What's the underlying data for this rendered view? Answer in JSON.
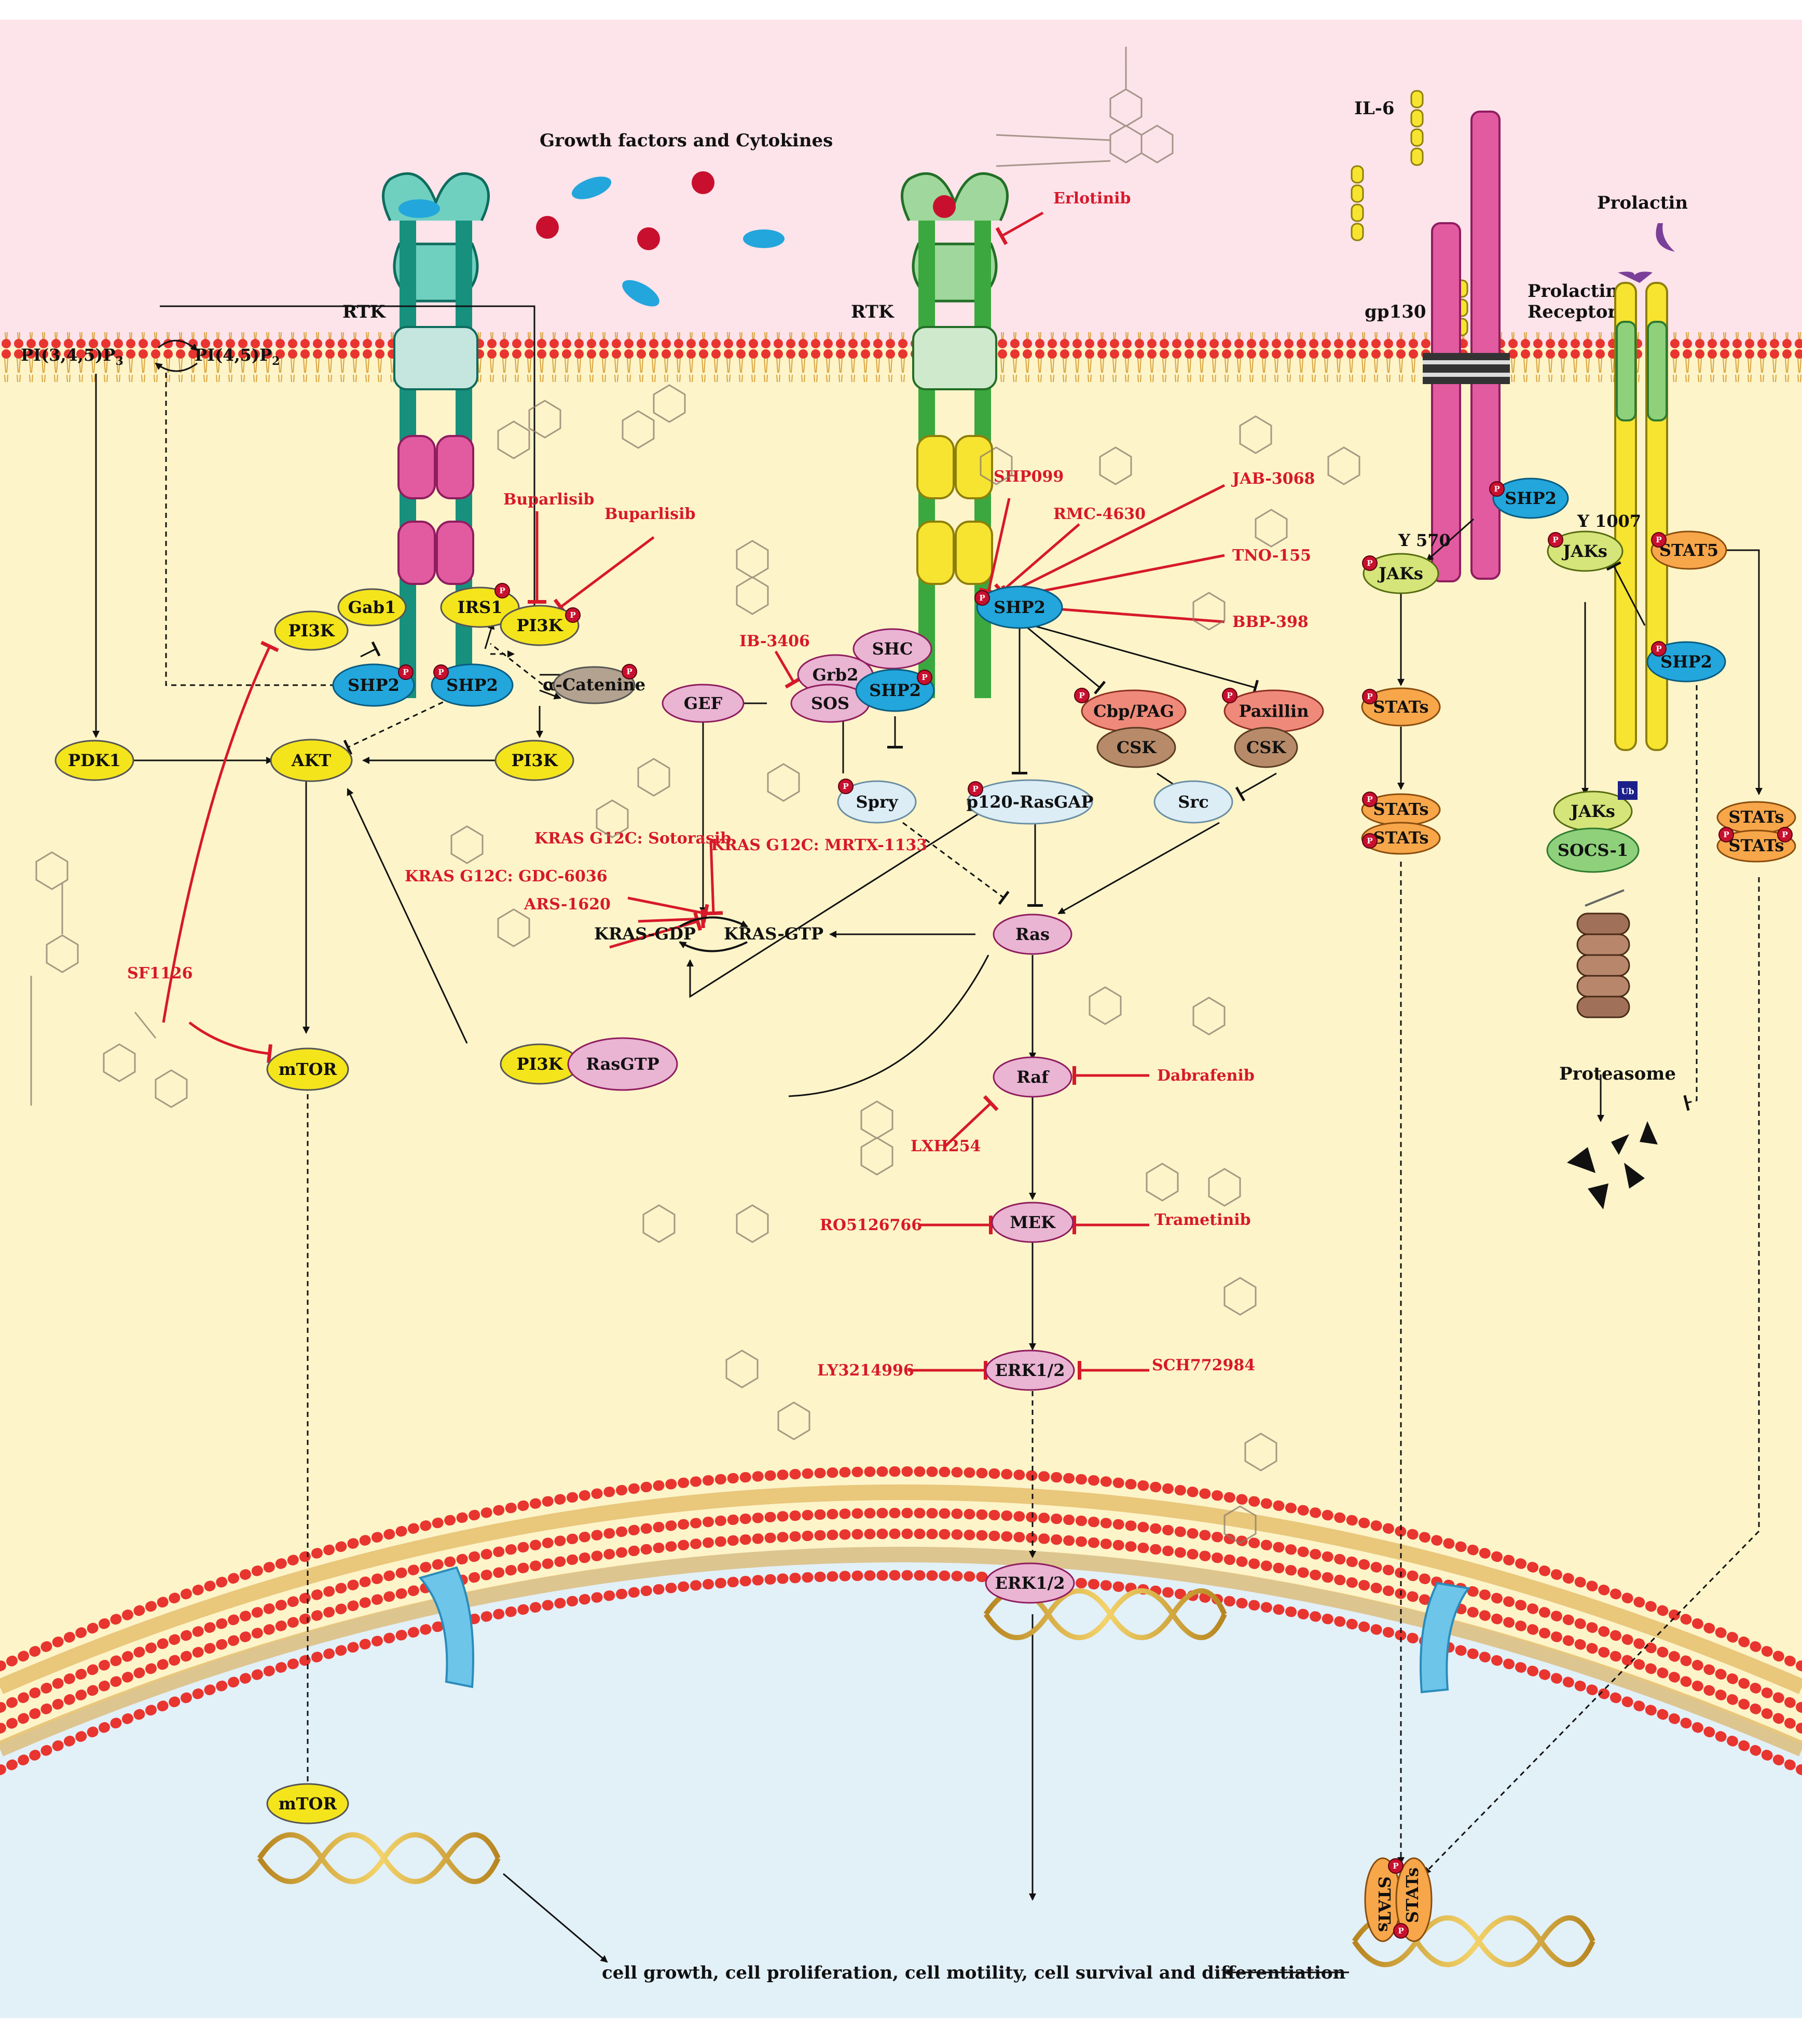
{
  "colors": {
    "extracellular": "#fde3ea",
    "cytoplasm": "#fdf4c9",
    "nucleus": "#e2f0f8",
    "inhibitor": "#d7192a",
    "yellow_node": "#f4e41c",
    "pink_node": "#eab4d3",
    "blue_node": "#22a6dc",
    "rtk_teal": "#17907e",
    "rtk_green": "#3aa83e"
  },
  "labels": {
    "growth_factors": "Growth factors and Cytokines",
    "rtk_left": "RTK",
    "rtk_right": "RTK",
    "il6": "IL-6",
    "gp130": "gp130",
    "prolactin": "Prolactin",
    "prolactin_receptor_1": "Prolactin",
    "prolactin_receptor_2": "Receptor",
    "pip3": "PI(3,4,5)P",
    "pip3_sub": "3",
    "pip2": "PI(4,5)P",
    "pip2_sub": "2",
    "y570": "Y 570",
    "y1007": "Y 1007",
    "proteasome": "Proteasome",
    "ub": "Ub",
    "outcome": "cell growth, cell proliferation, cell motility, cell survival and differentiation"
  },
  "nodes": {
    "gab1": "Gab1",
    "pi3k_a": "PI3K",
    "irs1": "IRS1",
    "pi3k_b": "PI3K",
    "shp2_a": "SHP2",
    "shp2_b": "SHP2",
    "a_catenine": "α-Catenine",
    "pdk1": "PDK1",
    "akt": "AKT",
    "pi3k_c": "PI3K",
    "mtor": "mTOR",
    "pi3k_d": "PI3K",
    "rasgtp": "RasGTP",
    "gef": "GEF",
    "grb2": "Grb2",
    "shc": "SHC",
    "sos": "SOS",
    "shp2_c": "SHP2",
    "spry": "Spry",
    "shp2_main": "SHP2",
    "p120": "p120-RasGAP",
    "cbp": "Cbp/PAG",
    "csk_a": "CSK",
    "paxillin": "Paxillin",
    "csk_b": "CSK",
    "src": "Src",
    "kras_gdp": "KRAS-GDP",
    "kras_gtp": "KRAS-GTP",
    "ras": "Ras",
    "raf": "Raf",
    "mek": "MEK",
    "erk": "ERK1/2",
    "erk_nuc": "ERK1/2",
    "mtor_nuc": "mTOR",
    "shp2_gp": "SHP2",
    "jaks_gp": "JAKs",
    "stats_1": "STATs",
    "stats_2a": "STATs",
    "stats_2b": "STATs",
    "jaks_prl": "JAKs",
    "stat5": "STAT5",
    "shp2_prl": "SHP2",
    "jaks_ub": "JAKs",
    "socs1": "SOCS-1",
    "stats_3a": "STATs",
    "stats_3b": "STATs",
    "stats_nuc_a": "STATs",
    "stats_nuc_b": "STATs"
  },
  "drugs": {
    "erlotinib": "Erlotinib",
    "buparlisib_1": "Buparlisib",
    "buparlisib_2": "Buparlisib",
    "shp099": "SHP099",
    "rmc4630": "RMC-4630",
    "jab3068": "JAB-3068",
    "tno155": "TNO-155",
    "bbp398": "BBP-398",
    "ib3406": "IB-3406",
    "sotorasib": "KRAS G12C: Sotorasib",
    "gdc6036": "KRAS G12C: GDC-6036",
    "mrtx1133": "KRAS G12C: MRTX-1133",
    "ars1620": "ARS-1620",
    "sf1126": "SF1126",
    "dabrafenib": "Dabrafenib",
    "lxh254": "LXH254",
    "ro5126766": "RO5126766",
    "trametinib": "Trametinib",
    "ly3214996": "LY3214996",
    "sch772984": "SCH772984"
  },
  "phospho_mark": "P"
}
